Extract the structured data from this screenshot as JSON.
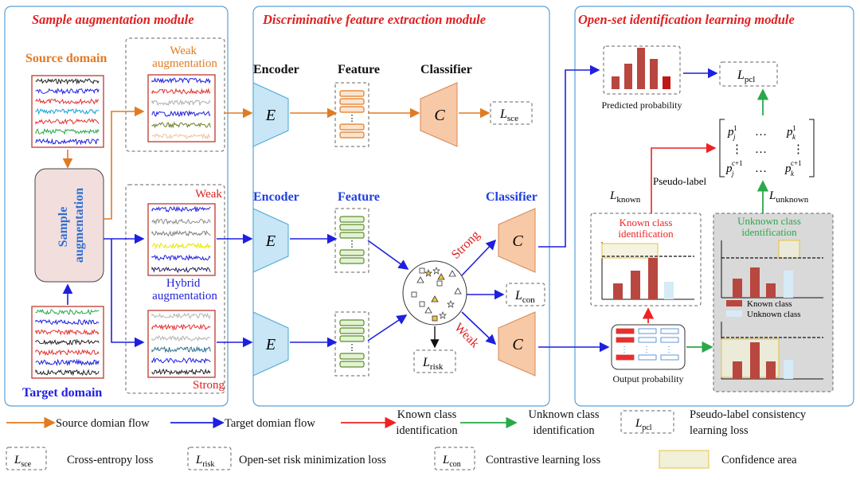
{
  "modules": {
    "augmentation": "Sample augmentation module",
    "feature": "Discriminative feature extraction module",
    "openset": "Open-set identification learning module"
  },
  "labels": {
    "source_domain": "Source domain",
    "target_domain": "Target domain",
    "weak_aug_1": "Weak",
    "weak_aug_2": "augmentation",
    "weak": "Weak",
    "hybrid_1": "Hybrid",
    "hybrid_2": "augmentation",
    "strong": "Strong",
    "sample_aug_1": "Sample",
    "sample_aug_2": "augmentation",
    "encoder": "Encoder",
    "feature": "Feature",
    "classifier": "Classifier",
    "enc_symbol": "E",
    "cls_symbol": "C",
    "strong_arrow": "Strong",
    "weak_arrow": "Weak",
    "predicted_probability": "Predicted probability",
    "output_probability": "Output probability",
    "pseudo_label": "Pseudo-label",
    "known_id_1": "Known class",
    "known_id_2": "identification",
    "unknown_id_1": "Unknown class",
    "unknown_id_2": "identification",
    "known_class": "Known class",
    "unknown_class": "Unknown class",
    "dots": "…",
    "vdots": "⋮"
  },
  "losses": {
    "L": "L",
    "sce": "sce",
    "con": "con",
    "risk": "risk",
    "pcl": "pcl",
    "known": "known",
    "unknown": "unknown"
  },
  "matrix": {
    "p": "p",
    "j": "j",
    "k": "k",
    "one": "1",
    "c1": "c+1"
  },
  "legend": {
    "source_flow": "Source domian flow",
    "target_flow": "Target domian flow",
    "known_1": "Known class",
    "known_2": "identification",
    "unknown_1": "Unknown class",
    "unknown_2": "identification",
    "pcl_1": "Pseudo-label consistency",
    "pcl_2": "learning loss",
    "sce": "Cross-entropy loss",
    "risk": "Open-set risk minimization loss",
    "con": "Contrastive learning loss",
    "confidence": "Confidence area"
  },
  "colors": {
    "orange": "#e07b24",
    "blue": "#1f1fe0",
    "red": "#ee2222",
    "green": "#2aa84a",
    "title_red": "#e02020",
    "bar_red": "#b8473f",
    "bar_light": "#d6ebf5"
  }
}
